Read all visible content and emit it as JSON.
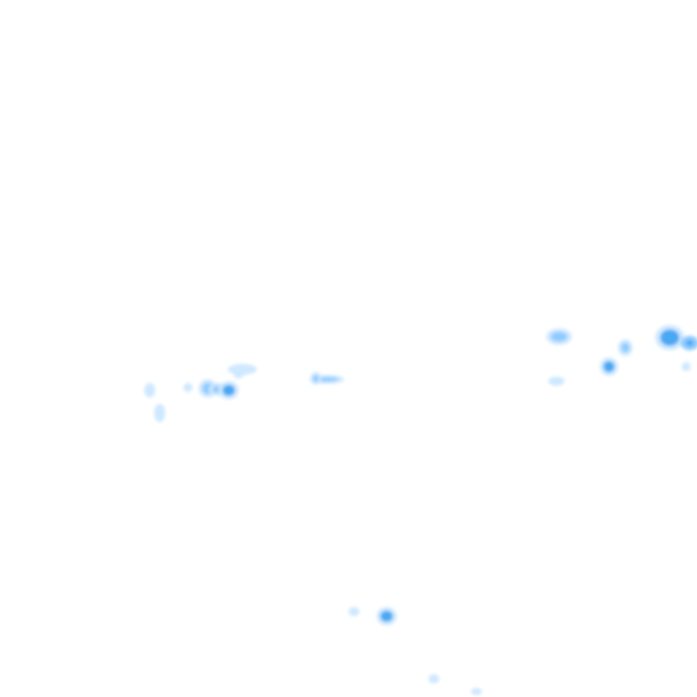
{
  "map": {
    "layer": "precipitation-radar-tile",
    "background_color": "#ffffff",
    "echo_colors": {
      "light": "#cfe8ff",
      "moderate": "#8fcbff",
      "strong": "#4aa8f2"
    },
    "cells": [
      {
        "id": "cell-1",
        "intensity": "light"
      },
      {
        "id": "cell-2",
        "intensity": "light"
      },
      {
        "id": "cell-3",
        "intensity": "light"
      },
      {
        "id": "cell-4",
        "intensity": "moderate"
      },
      {
        "id": "cell-5",
        "intensity": "strong"
      },
      {
        "id": "cell-6",
        "intensity": "light"
      },
      {
        "id": "cell-7",
        "intensity": "moderate"
      },
      {
        "id": "cell-8",
        "intensity": "moderate"
      },
      {
        "id": "cell-9",
        "intensity": "light"
      },
      {
        "id": "cell-10",
        "intensity": "moderate"
      },
      {
        "id": "cell-11",
        "intensity": "strong"
      },
      {
        "id": "cell-12",
        "intensity": "strong"
      },
      {
        "id": "cell-13",
        "intensity": "light"
      },
      {
        "id": "cell-14",
        "intensity": "light"
      },
      {
        "id": "cell-15",
        "intensity": "strong"
      },
      {
        "id": "cell-16",
        "intensity": "light"
      },
      {
        "id": "cell-17",
        "intensity": "light"
      }
    ]
  }
}
